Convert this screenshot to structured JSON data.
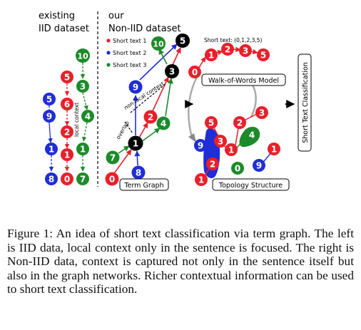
{
  "labels": {
    "existing_line1": "existing",
    "existing_line2": "IID dataset",
    "our_line1": "our",
    "our_line2": "Non-IID dataset",
    "local_context": "local context",
    "non_local_context": "non-local context",
    "overlap": "overlap",
    "term_graph": "Term Graph",
    "topology_structure": "Topology Structure",
    "walk_of_words": "Walk-of-Words Model",
    "short_text_classification": "Short Text Classification",
    "walk_title": "Short text: (0,1,2,3,5)"
  },
  "legend": [
    {
      "label": "Short text 1",
      "color": "#e8202a"
    },
    {
      "label": "Short text 2",
      "color": "#1f2ed6"
    },
    {
      "label": "Short text 3",
      "color": "#1d8a2a"
    }
  ],
  "colors": {
    "red": "#e8202a",
    "blue": "#1f2ed6",
    "green": "#1d8a2a",
    "black": "#000000"
  },
  "iid_nodes": {
    "blue": [
      "5",
      "9",
      "1",
      "8"
    ],
    "red": [
      "5",
      "6",
      "2",
      "1",
      "0"
    ],
    "green": [
      "10",
      "3",
      "4",
      "1",
      "7"
    ]
  },
  "graph_nodes": [
    "5",
    "10",
    "3",
    "9",
    "2",
    "4",
    "1",
    "7",
    "8",
    "0"
  ],
  "walk_nodes": [
    "0",
    "1",
    "2",
    "3",
    "5"
  ],
  "topology_nodes": [
    "3",
    "5",
    "2",
    "4",
    "9",
    "3",
    "1",
    "2",
    "1",
    "0",
    "9",
    "1"
  ],
  "caption": "Figure 1: An idea of short text classification via term graph. The left is IID data, local context only in the sentence is focused. The right is Non-IID data, context is captured not only in the sentence itself but also in the graph networks. Richer contextual information can be used to short text classification."
}
